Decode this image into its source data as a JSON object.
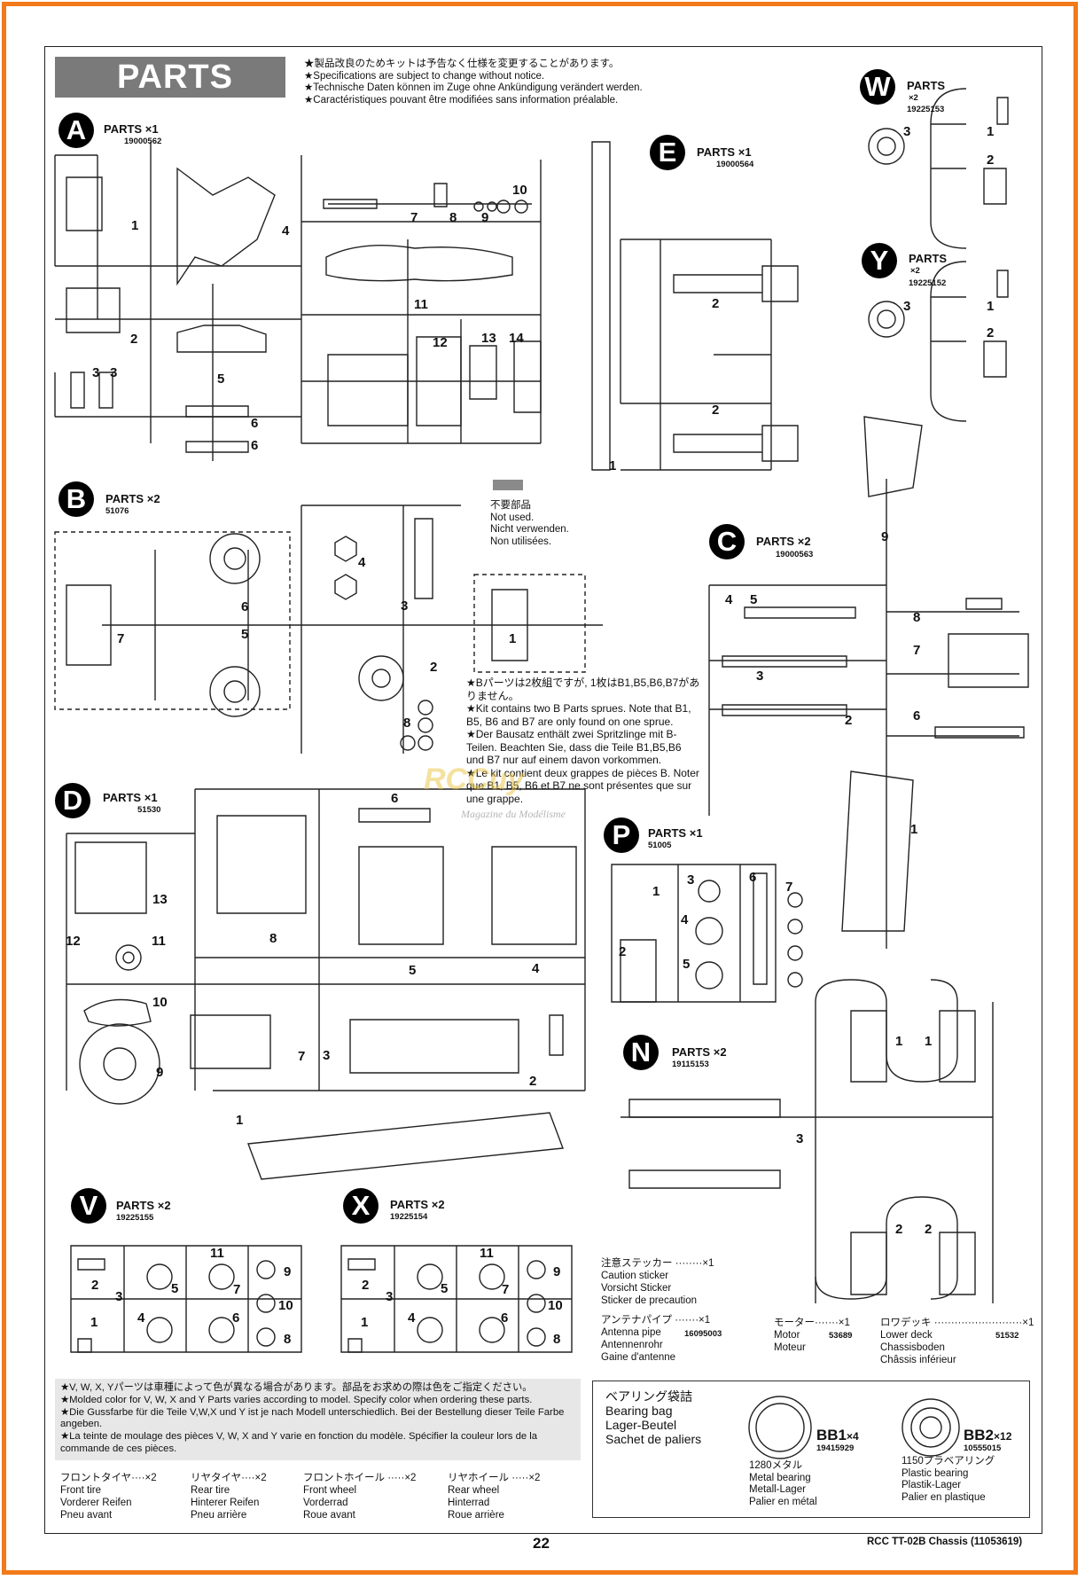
{
  "header": {
    "title": "PARTS",
    "notes": [
      "★製品改良のためキットは予告なく仕様を変更することがあります。",
      "★Specifications are subject to change without notice.",
      "★Technische Daten können im Zuge ohne Ankündigung verändert werden.",
      "★Caractéristiques pouvant être modifiées sans information préalable."
    ]
  },
  "sprues": {
    "A": {
      "letter": "A",
      "label": "PARTS",
      "mult": "×1",
      "code": "19000562",
      "nums": [
        "1",
        "2",
        "3",
        "3",
        "4",
        "5",
        "6",
        "6",
        "7",
        "8",
        "9",
        "10",
        "11",
        "12",
        "13",
        "14"
      ]
    },
    "B": {
      "letter": "B",
      "label": "PARTS",
      "mult": "×2",
      "code": "51076",
      "nums": [
        "1",
        "2",
        "3",
        "4",
        "5",
        "6",
        "7",
        "8"
      ]
    },
    "C": {
      "letter": "C",
      "label": "PARTS",
      "mult": "×2",
      "code": "19000563",
      "nums": [
        "1",
        "2",
        "3",
        "4",
        "5",
        "6",
        "7",
        "8",
        "9"
      ]
    },
    "D": {
      "letter": "D",
      "label": "PARTS",
      "mult": "×1",
      "code": "51530",
      "nums": [
        "1",
        "2",
        "3",
        "4",
        "5",
        "6",
        "7",
        "8",
        "9",
        "10",
        "11",
        "12",
        "13"
      ]
    },
    "E": {
      "letter": "E",
      "label": "PARTS",
      "mult": "×1",
      "code": "19000564",
      "nums": [
        "1",
        "2",
        "2"
      ]
    },
    "N": {
      "letter": "N",
      "label": "PARTS",
      "mult": "×2",
      "code": "19115153",
      "nums": [
        "1",
        "1",
        "2",
        "2",
        "3"
      ]
    },
    "P": {
      "letter": "P",
      "label": "PARTS",
      "mult": "×1",
      "code": "51005",
      "nums": [
        "1",
        "2",
        "3",
        "4",
        "5",
        "6",
        "7"
      ]
    },
    "V": {
      "letter": "V",
      "label": "PARTS",
      "mult": "×2",
      "code": "19225155",
      "nums": [
        "1",
        "2",
        "3",
        "4",
        "5",
        "6",
        "7",
        "8",
        "9",
        "10",
        "11"
      ]
    },
    "W": {
      "letter": "W",
      "label": "PARTS",
      "mult": "×2",
      "code": "19225153",
      "nums": [
        "1",
        "2",
        "3"
      ]
    },
    "X": {
      "letter": "X",
      "label": "PARTS",
      "mult": "×2",
      "code": "19225154",
      "nums": [
        "1",
        "2",
        "3",
        "4",
        "5",
        "6",
        "7",
        "8",
        "9",
        "10",
        "11"
      ]
    },
    "Y": {
      "letter": "Y",
      "label": "PARTS",
      "mult": "×2",
      "code": "19225152",
      "nums": [
        "1",
        "2",
        "3"
      ]
    }
  },
  "not_used": {
    "lines": [
      "不要部品",
      "Not used.",
      "Nicht verwenden.",
      "Non utilisées."
    ]
  },
  "b_note": {
    "lines": [
      "★Bパーツは2枚組ですが, 1枚はB1,B5,B6,B7がありません。",
      "★Kit contains two B Parts sprues. Note that B1, B5, B6 and B7 are only found on one sprue.",
      "★Der Bausatz enthält zwei Spritzlinge mit B-Teilen. Beachten Sie, dass die Teile B1,B5,B6 und B7 nur auf einem davon vorkommen.",
      "★Le kit contient deux grappes de pièces B. Noter que B1, B5, B6 et B7 ne sont présentes que sur une grappe."
    ]
  },
  "watermark": {
    "logo": "RCCuy",
    "tagline": "Magazine du Modélisme"
  },
  "color_note": {
    "lines": [
      "★V, W, X, Yパーツは車種によって色が異なる場合があります。部品をお求めの際は色をご指定ください。",
      "★Molded color for V, W, X and Y Parts varies according to model. Specify color when ordering these parts.",
      "★Die Gussfarbe für die Teile V,W,X und Y ist je nach Modell unterschiedlich. Bei der Bestellung dieser Teile Farbe angeben.",
      "★La teinte de moulage des pièces V, W, X and Y varie en fonction du modèle. Spécifier la couleur lors de la commande de ces pièces."
    ]
  },
  "tires": [
    {
      "head": "フロントタイヤ····×2",
      "lines": [
        "Front tire",
        "Vorderer Reifen",
        "Pneu avant"
      ]
    },
    {
      "head": "リヤタイヤ····×2",
      "lines": [
        "Rear tire",
        "Hinterer Reifen",
        "Pneu arrière"
      ]
    },
    {
      "head": "フロントホイール ·····×2",
      "lines": [
        "Front wheel",
        "Vorderrad",
        "Roue avant"
      ]
    },
    {
      "head": "リヤホイール ·····×2",
      "lines": [
        "Rear wheel",
        "Hinterrad",
        "Roue arrière"
      ]
    }
  ],
  "misc": {
    "sticker": {
      "head": "注意ステッカー ········×1",
      "lines": [
        "Caution sticker",
        "Vorsicht Sticker",
        "Sticker de precaution"
      ]
    },
    "antenna": {
      "head": "アンテナパイプ ·······×1",
      "lines": [
        "Antenna pipe",
        "Antennenrohr",
        "Gaine d'antenne"
      ],
      "code": "16095003"
    },
    "motor": {
      "head": "モーター·······×1",
      "lines": [
        "Motor",
        "Moteur"
      ],
      "code": "53689"
    },
    "lowerdeck": {
      "head": "ロワデッキ ··························×1",
      "lines": [
        "Lower deck",
        "Chassisboden",
        "Châssis inférieur"
      ],
      "code": "51532"
    }
  },
  "bearings": {
    "bag_lines": [
      "ベアリング袋詰",
      "Bearing bag",
      "Lager-Beutel",
      "Sachet de paliers"
    ],
    "bb1": {
      "name": "BB1",
      "mult": "×4",
      "code": "19415929",
      "lines": [
        "1280メタル",
        "Metal bearing",
        "Metall-Lager",
        "Palier en métal"
      ]
    },
    "bb2": {
      "name": "BB2",
      "mult": "×12",
      "code": "10555015",
      "lines": [
        "1150プラベアリング",
        "Plastic bearing",
        "Plastik-Lager",
        "Palier en plastique"
      ]
    }
  },
  "footer": {
    "page": "22",
    "model": "RCC TT-02B Chassis (11053619)"
  },
  "colors": {
    "frame": "#f27a1a",
    "banner": "#7a7a7a",
    "note_bg": "#e7e7e7"
  }
}
